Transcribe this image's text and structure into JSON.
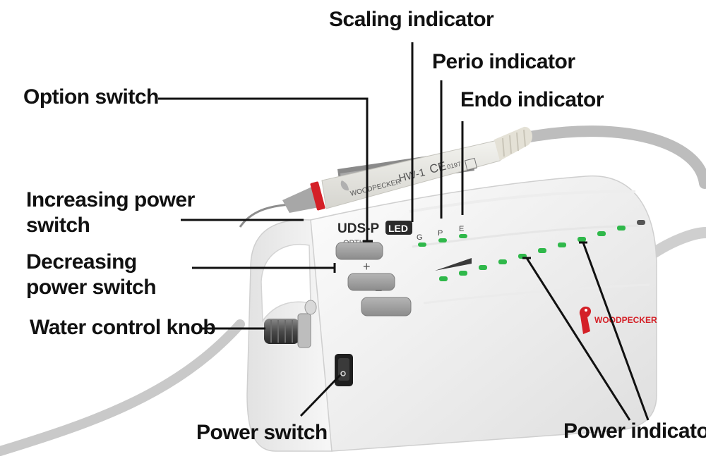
{
  "labels": {
    "scaling_indicator": "Scaling indicator",
    "perio_indicator": "Perio indicator",
    "endo_indicator": "Endo indicator",
    "option_switch": "Option switch",
    "increasing_power_switch": "Increasing power switch",
    "decreasing_power_switch": "Decreasing power switch",
    "water_control_knob": "Water control knob",
    "power_switch": "Power switch",
    "power_indicator": "Power indicator"
  },
  "device": {
    "model_label": "UDS-P",
    "model_badge": "LED",
    "brand": "WOODPECKER",
    "button_option": "OPTION",
    "button_plus": "+",
    "button_minus": "−",
    "mode_letters": [
      "G",
      "P",
      "E"
    ]
  },
  "handpiece": {
    "brand": "WOODPECKER",
    "model": "HW-1",
    "ce_mark": "CE",
    "cert_number": "0197"
  },
  "colors": {
    "led_green": "#2fb84a",
    "led_off": "#555555",
    "brand_red": "#d42027",
    "body_white": "#f4f4f4",
    "button_gray": "#9a9a9a",
    "leader_line": "#111111"
  },
  "power_leds_lit": 10,
  "power_leds_total": 11
}
